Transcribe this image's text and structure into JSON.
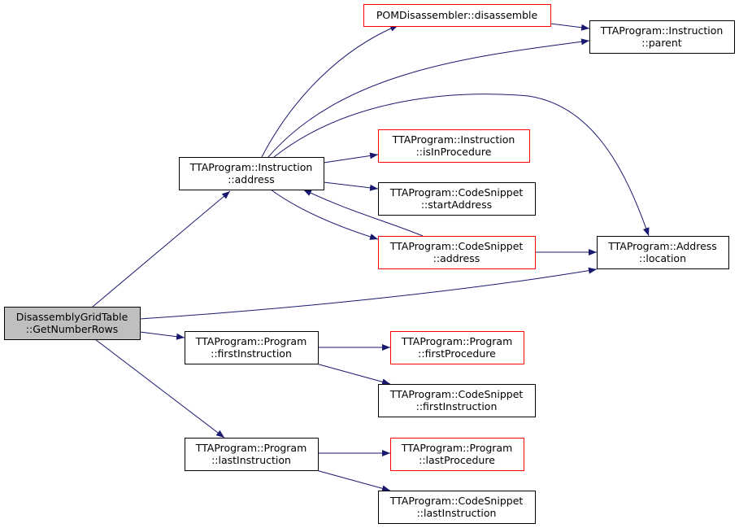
{
  "colors": {
    "edge": "#191970",
    "border_normal": "#000000",
    "border_external": "#ff0000",
    "root_fill": "#bfbfbf",
    "node_fill": "#ffffff"
  },
  "nodes": [
    {
      "id": "root",
      "kind": "root",
      "lines": [
        "DisassemblyGridTable",
        "::GetNumberRows"
      ]
    },
    {
      "id": "instr-address",
      "kind": "normal",
      "lines": [
        "TTAProgram::Instruction",
        "::address"
      ]
    },
    {
      "id": "pom-disassemble",
      "kind": "external",
      "lines": [
        "POMDisassembler::disassemble"
      ]
    },
    {
      "id": "instr-parent",
      "kind": "normal",
      "lines": [
        "TTAProgram::Instruction",
        "::parent"
      ]
    },
    {
      "id": "instr-isinprocedure",
      "kind": "external",
      "lines": [
        "TTAProgram::Instruction",
        "::isInProcedure"
      ]
    },
    {
      "id": "snippet-startaddress",
      "kind": "normal",
      "lines": [
        "TTAProgram::CodeSnippet",
        "::startAddress"
      ]
    },
    {
      "id": "snippet-address",
      "kind": "external",
      "lines": [
        "TTAProgram::CodeSnippet",
        "::address"
      ]
    },
    {
      "id": "address-location",
      "kind": "normal",
      "lines": [
        "TTAProgram::Address",
        "::location"
      ]
    },
    {
      "id": "program-firstinstruction",
      "kind": "normal",
      "lines": [
        "TTAProgram::Program",
        "::firstInstruction"
      ]
    },
    {
      "id": "program-firstprocedure",
      "kind": "external",
      "lines": [
        "TTAProgram::Program",
        "::firstProcedure"
      ]
    },
    {
      "id": "snippet-firstinstruction",
      "kind": "normal",
      "lines": [
        "TTAProgram::CodeSnippet",
        "::firstInstruction"
      ]
    },
    {
      "id": "program-lastinstruction",
      "kind": "normal",
      "lines": [
        "TTAProgram::Program",
        "::lastInstruction"
      ]
    },
    {
      "id": "program-lastprocedure",
      "kind": "external",
      "lines": [
        "TTAProgram::Program",
        "::lastProcedure"
      ]
    },
    {
      "id": "snippet-lastinstruction",
      "kind": "normal",
      "lines": [
        "TTAProgram::CodeSnippet",
        "::lastInstruction"
      ]
    }
  ],
  "edges": [
    {
      "id": "root-to-instr-address",
      "from": "root",
      "to": "instr-address"
    },
    {
      "id": "root-to-address-location",
      "from": "root",
      "to": "address-location"
    },
    {
      "id": "root-to-program-firstinstruction",
      "from": "root",
      "to": "program-firstinstruction"
    },
    {
      "id": "root-to-program-lastinstruction",
      "from": "root",
      "to": "program-lastinstruction"
    },
    {
      "id": "instr-address-to-pom-disassemble",
      "from": "instr-address",
      "to": "pom-disassemble"
    },
    {
      "id": "instr-address-to-instr-parent",
      "from": "instr-address",
      "to": "instr-parent"
    },
    {
      "id": "instr-address-to-address-location",
      "from": "instr-address",
      "to": "address-location"
    },
    {
      "id": "instr-address-to-instr-isinprocedure",
      "from": "instr-address",
      "to": "instr-isinprocedure"
    },
    {
      "id": "instr-address-to-snippet-startaddress",
      "from": "instr-address",
      "to": "snippet-startaddress"
    },
    {
      "id": "instr-address-to-snippet-address",
      "from": "instr-address",
      "to": "snippet-address"
    },
    {
      "id": "snippet-address-to-instr-address",
      "from": "snippet-address",
      "to": "instr-address"
    },
    {
      "id": "snippet-address-to-address-location",
      "from": "snippet-address",
      "to": "address-location"
    },
    {
      "id": "pom-disassemble-to-instr-parent",
      "from": "pom-disassemble",
      "to": "instr-parent"
    },
    {
      "id": "program-firstinstruction-to-program-firstprocedure",
      "from": "program-firstinstruction",
      "to": "program-firstprocedure"
    },
    {
      "id": "program-firstinstruction-to-snippet-firstinstruction",
      "from": "program-firstinstruction",
      "to": "snippet-firstinstruction"
    },
    {
      "id": "program-lastinstruction-to-program-lastprocedure",
      "from": "program-lastinstruction",
      "to": "program-lastprocedure"
    },
    {
      "id": "program-lastinstruction-to-snippet-lastinstruction",
      "from": "program-lastinstruction",
      "to": "snippet-lastinstruction"
    }
  ]
}
